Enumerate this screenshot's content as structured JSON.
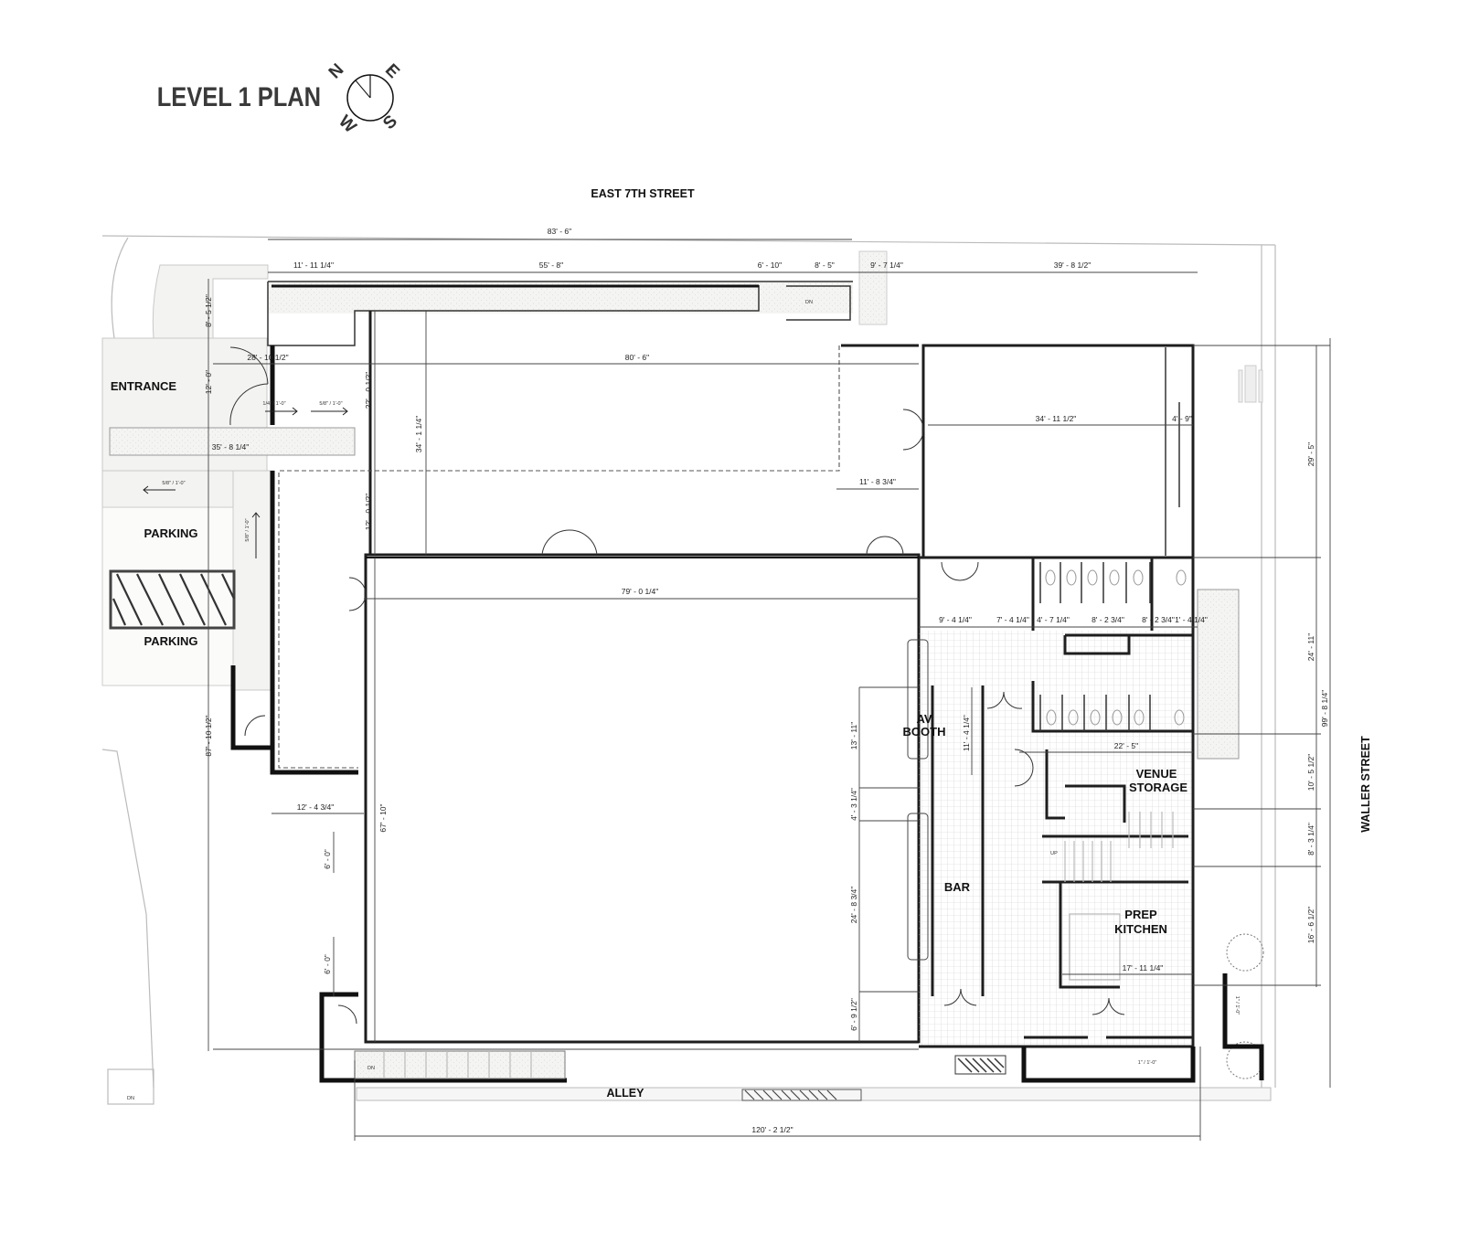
{
  "title": "LEVEL 1 PLAN",
  "compass": {
    "n": "N",
    "e": "E",
    "s": "S",
    "w": "W"
  },
  "streets": {
    "north": "EAST 7TH STREET",
    "east": "WALLER STREET",
    "south": "ALLEY"
  },
  "rooms": {
    "entrance": "ENTRANCE",
    "parking_1": "PARKING",
    "parking_2": "PARKING",
    "av_booth": [
      "AV",
      "BOOTH"
    ],
    "bar": "BAR",
    "venue_storage": [
      "VENUE",
      "STORAGE"
    ],
    "prep_kitchen": [
      "PREP",
      "KITCHEN"
    ]
  },
  "annotations": {
    "slope_entrance_1": "1/4\" / 1'-0\"",
    "slope_entrance_2": "5/8\" / 1'-0\"",
    "slope_drive": "5/8\" / 1'-0\"",
    "slope_walk": "5/8\" / 1'-0\"",
    "slope_ramp_h": "1\" / 1'-0\"",
    "slope_ramp_v": "1\" / 1'-0\"",
    "stair_dn_north": "DN",
    "stair_dn_alley": "DN",
    "stair_dn_site": "DN",
    "stair_up": "UP"
  },
  "dimensions": {
    "overall_north": "83' - 6\"",
    "n1": "11' - 11 1/4\"",
    "n2": "55' - 8\"",
    "n3": "6' - 10\"",
    "n4": "8' - 5\"",
    "n5": "9' - 7 1/4\"",
    "n6": "39' - 8 1/2\"",
    "w_north_strip": "8' - 5 1/2\"",
    "entrance_width": "28' - 10 1/2\"",
    "hall_length": "80' - 6\"",
    "entrance_depth": "12' - 0\"",
    "upper_hall_depth": "22' - 0 1/2\"",
    "upper_hall_total": "34' - 1 1/4\"",
    "entrance_walk": "35' - 8 1/4\"",
    "east_room_width": "34' - 11 1/2\"",
    "east_room_closet": "4' - 9\"",
    "east_room_depth": "29' - 5\"",
    "upper_offset": "11' - 8 3/4\"",
    "gallery_depth": "12' - 0 1/2\"",
    "main_hall_width": "79' - 0 1/4\"",
    "c1": "9' - 4 1/4\"",
    "c2": "7' - 4 1/4\"",
    "c3": "4' - 7 1/4\"",
    "c4": "8' - 2 3/4\"",
    "c5": "8' - 2 3/4\"",
    "c6": "1' - 4 1/4\"",
    "restrooms_depth": "24' - 11\"",
    "overall_east": "99' - 8 1/4\"",
    "av_zone": "13' - 11\"",
    "av_booth_len": "11' - 4 1/4\"",
    "storage_width": "22' - 5\"",
    "storage_depth": "10' - 5 1/2\"",
    "overall_west": "87' - 10 1/2\"",
    "main_hall_depth": "67' - 10\"",
    "gallery_width": "12' - 4 3/4\"",
    "bar_gap": "4' - 3 1/4\"",
    "stair_depth": "8' - 3 1/4\"",
    "window_1": "6' - 0\"",
    "window_2": "6' - 0\"",
    "bar_length": "24' - 8 3/4\"",
    "kitchen_depth": "16' - 6 1/2\"",
    "kitchen_width": "17' - 11 1/4\"",
    "bar_south": "6' - 9 1/2\"",
    "overall_south": "120' - 2 1/2\""
  }
}
